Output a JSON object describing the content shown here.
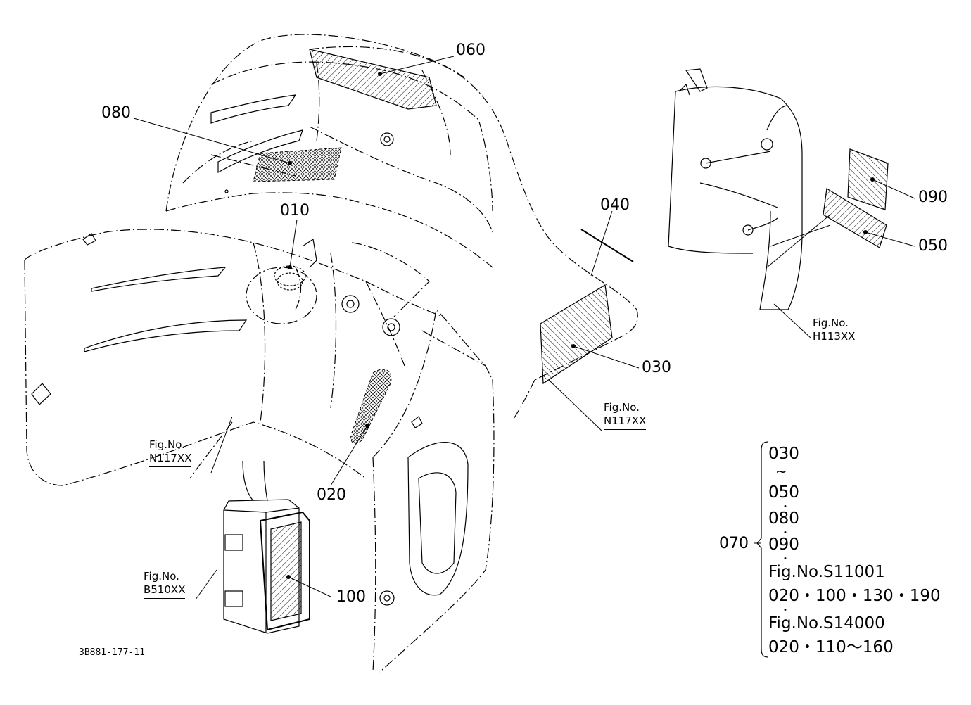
{
  "callouts": {
    "c060": "060",
    "c080": "080",
    "c010": "010",
    "c040": "040",
    "c030": "030",
    "c020": "020",
    "c100": "100",
    "c090": "090",
    "c050": "050",
    "c070": "070"
  },
  "figure_refs": {
    "h113": {
      "label": "Fig.No.",
      "number": "H113XX"
    },
    "n117_right": {
      "label": "Fig.No.",
      "number": "N117XX"
    },
    "n117_left": {
      "label": "Fig.No.",
      "number": "N117XX"
    },
    "b510": {
      "label": "Fig.No.",
      "number": "B510XX"
    }
  },
  "drawing_number": "3B881-177-11",
  "legend": {
    "items": [
      "030",
      "~",
      "050",
      "080",
      "090",
      "Fig.No.S11001",
      "020・100・130・190",
      "Fig.No.S14000",
      "020・110～160"
    ]
  }
}
